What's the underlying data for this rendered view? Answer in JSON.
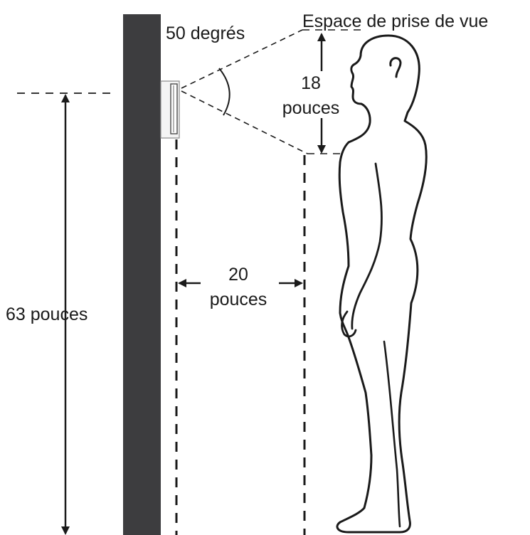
{
  "labels": {
    "capture_space": "Espace de prise de vue",
    "angle": "50 degrés",
    "vertical_gap_value": "18",
    "vertical_gap_unit": "pouces",
    "distance_value": "20",
    "distance_unit": "pouces",
    "mount_height": "63 pouces"
  },
  "colors": {
    "wall": "#3d3d3f",
    "line": "#1a1a1a",
    "device": "#f4f4f4"
  }
}
